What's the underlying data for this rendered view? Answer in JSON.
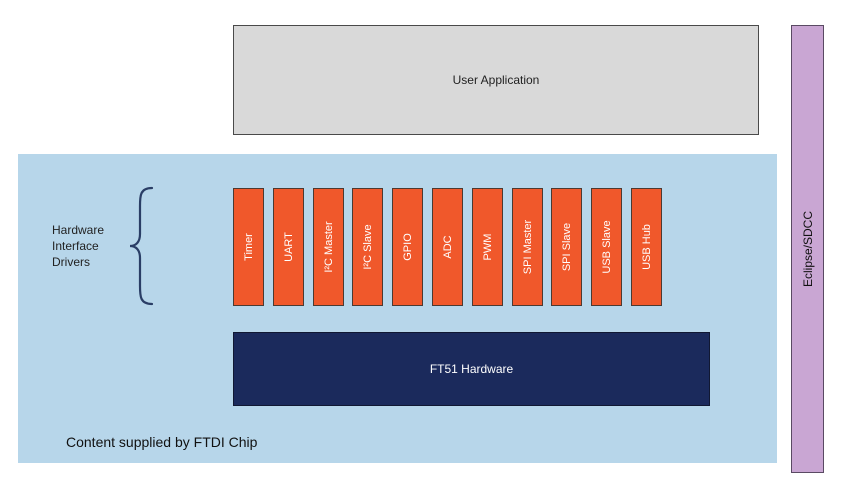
{
  "user_application": {
    "label": "User Application"
  },
  "eclipse": {
    "label": "Eclipse/SDCC"
  },
  "hardware_interface": {
    "lines": [
      "Hardware",
      "Interface",
      "Drivers"
    ]
  },
  "drivers": [
    {
      "label": "Timer"
    },
    {
      "label": "UART"
    },
    {
      "label": "I²C Master"
    },
    {
      "label": "I²C Slave"
    },
    {
      "label": "GPIO"
    },
    {
      "label": "ADC"
    },
    {
      "label": "PWM"
    },
    {
      "label": "SPI Master"
    },
    {
      "label": "SPI Slave"
    },
    {
      "label": "USB Slave"
    },
    {
      "label": "USB Hub"
    }
  ],
  "hardware": {
    "label": "FT51 Hardware"
  },
  "footer": {
    "label": "Content supplied by FTDI Chip"
  },
  "colors": {
    "user_application_fill": "#d9d9d9",
    "ftdi_region_fill": "#b7d6ea",
    "eclipse_fill": "#c9a6d3",
    "driver_fill": "#f0582b",
    "hardware_fill": "#1b2a5c"
  }
}
